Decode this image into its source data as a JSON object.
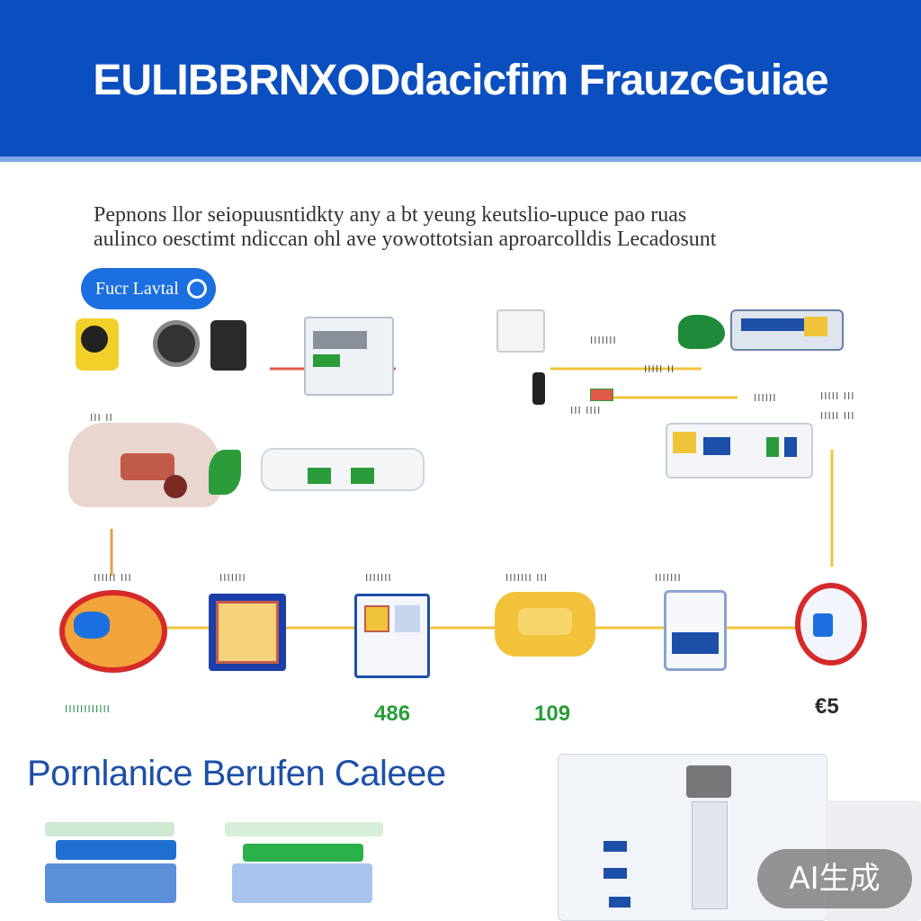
{
  "header": {
    "title": "EULIBBRNXODdacicfim FrauzcGuiae"
  },
  "intro": {
    "line1": "Pepnons llor seiopuusntidkty any a bt yeung keutslio-upuce pao ruas",
    "line2": "aulinco oesctimt ndiccan ohl ave yowottotsian aproarcolldis Lecadosunt"
  },
  "pill": {
    "label": "Fucr Lavtal"
  },
  "diagram": {
    "labels": {
      "top_right_1": "IIIIIII",
      "top_right_2": "IIIII II",
      "mid_1": "III IIII",
      "mid_2": "IIIIII",
      "right_1": "IIIII III",
      "car_label": "III II",
      "row_1": "IIIIII III",
      "row_2": "IIIIIII",
      "row_3": "IIIIIII",
      "row_4": "IIIIIII III",
      "row_5": "IIIIIII",
      "row_6": "IIIII III",
      "bottom_left": "IIIIIIIIIIII"
    },
    "values": {
      "v1": "486",
      "v2": "109",
      "v3": "€5"
    }
  },
  "section": {
    "title": "Pornlanice Berufen Caleee"
  },
  "badge": {
    "text": "AI生成"
  },
  "colors": {
    "brand": "#0b4fbf",
    "connector": "#f0c43a",
    "accent_green": "#2a9d3a",
    "accent_red": "#d62a2a"
  }
}
